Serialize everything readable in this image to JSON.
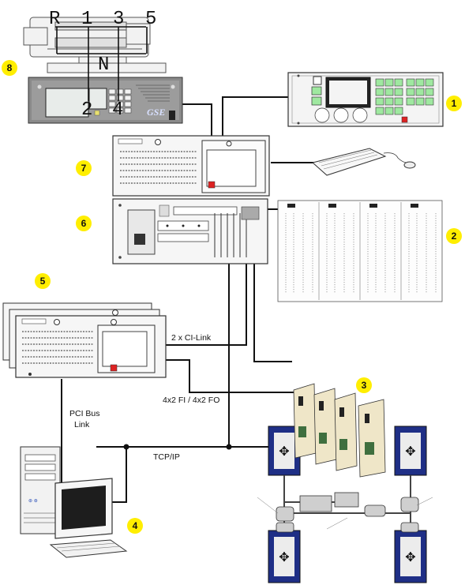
{
  "badges": [
    "1",
    "2",
    "3",
    "4",
    "5",
    "6",
    "7",
    "8"
  ],
  "gse_panel": {
    "overlay_letters": [
      "R",
      "1",
      "3",
      "5",
      "N",
      "2",
      "4"
    ],
    "brand": "GSE"
  },
  "links": {
    "ci_link": "2 x CI-Link",
    "fi_fo": "4x2 FI / 4x2 FO",
    "pci_bus": [
      "PCI Bus",
      "Link"
    ],
    "tcp_ip": "TCP/IP"
  },
  "colors": {
    "badge_yellow": "#ffee00",
    "servo_blue": "#1f2f86",
    "module_cream": "#efe6c8",
    "line": "#111111"
  }
}
